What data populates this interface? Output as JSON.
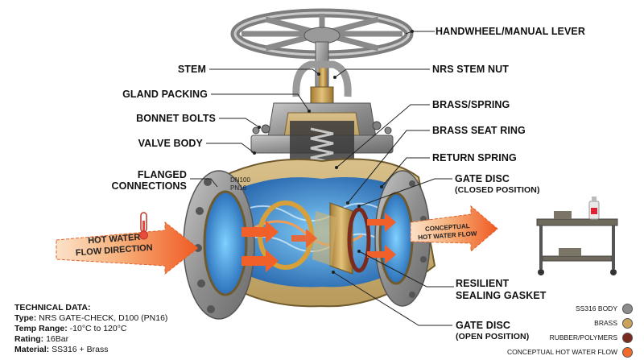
{
  "labels": {
    "handwheel": "HANDWHEEL/MANUAL LEVER",
    "stem": "STEM",
    "nrs_stem_nut": "NRS STEM NUT",
    "gland_packing": "GLAND PACKING",
    "brass_spring": "BRASS/SPRING",
    "bonnet_bolts": "BONNET BOLTS",
    "brass_seat_ring": "BRASS SEAT RING",
    "valve_body": "VALVE BODY",
    "return_spring": "RETURN SPRING",
    "flanged_line1": "FLANGED",
    "flanged_line2": "CONNECTIONS",
    "gate_disc_closed": "GATE DISC",
    "gate_disc_closed_sub": "(CLOSED POSITION)",
    "resilient_line1": "RESILIENT",
    "resilient_line2": "SEALING GASKET",
    "gate_disc_open": "GATE DISC",
    "gate_disc_open_sub": "(OPEN POSITION)"
  },
  "flange_marking": {
    "line1": "DN100",
    "line2": "PN16"
  },
  "flow": {
    "inlet_line1": "HOT WATER",
    "inlet_line2": "FLOW DIRECTION",
    "outlet_line1": "CONCEPTUAL",
    "outlet_line2": "HOT WATER FLOW"
  },
  "technical": {
    "title": "TECHNICAL DATA:",
    "rows": [
      {
        "label": "Type:",
        "value": "NRS GATE-CHECK, D100 (PN16)"
      },
      {
        "label": "Temp Range:",
        "value": "-10°C to 120°C"
      },
      {
        "label": "Rating:",
        "value": "16Bar"
      },
      {
        "label": "Material:",
        "value": "SS316 + Brass"
      }
    ]
  },
  "legend": [
    {
      "label": "SS316 BODY",
      "color": "#8c8c8c"
    },
    {
      "label": "BRASS",
      "color": "#c9a35a"
    },
    {
      "label": "RUBBER/POLYMERS",
      "color": "#7a2a1e"
    },
    {
      "label": "CONCEPTUAL HOT WATER FLOW",
      "color": "#f26b2a"
    }
  ],
  "icons": [
    "thermometer-icon",
    "cart-icon",
    "bottle-icon"
  ],
  "colors": {
    "steel": "#9b9b9b",
    "brass": "#c9a35a",
    "water_blue": "#3b8fd8",
    "hot_flow": "#f26b2a"
  }
}
